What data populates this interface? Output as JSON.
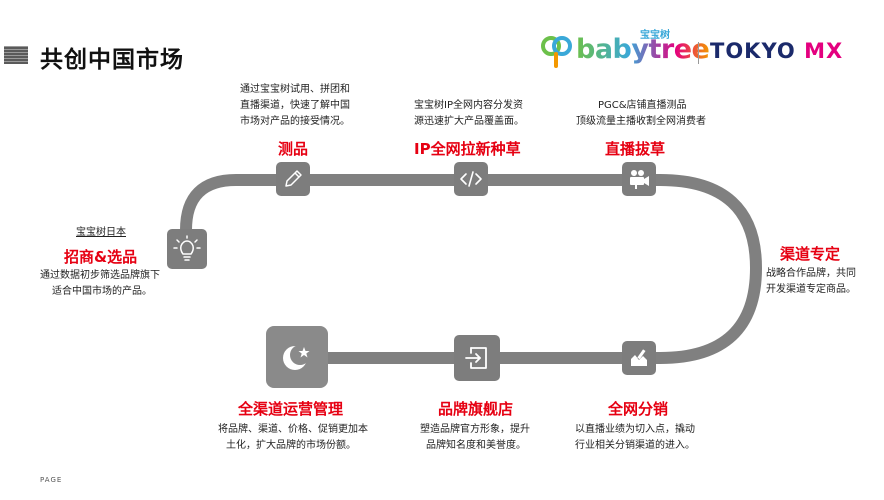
{
  "title": "共创中国市场",
  "logo": {
    "small": "宝宝树",
    "brand": "babytree",
    "partner_a": "TOKYO",
    "partner_b": "MX"
  },
  "steps": {
    "s1": {
      "label": "招商&选品",
      "top": "宝宝树日本",
      "desc1": "通过数据初步筛选品牌旗下",
      "desc2": "适合中国市场的产品。"
    },
    "s2": {
      "label": "测品",
      "desc1": "通过宝宝树试用、拼团和",
      "desc2": "直播渠道，快速了解中国",
      "desc3": "市场对产品的接受情况。"
    },
    "s3": {
      "label": "IP全网拉新种草",
      "desc1": "宝宝树IP全网内容分发资",
      "desc2": "源迅速扩大产品覆盖面。"
    },
    "s4": {
      "label": "直播拔草",
      "desc1": "PGC&店铺直播测品",
      "desc2": "顶级流量主播收割全网消费者"
    },
    "s5": {
      "label": "渠道专定",
      "desc1": "战略合作品牌，共同",
      "desc2": "开发渠道专定商品。"
    },
    "s6": {
      "label": "全网分销",
      "desc1": "以直播业绩为切入点，撬动",
      "desc2": "行业相关分销渠道的进入。"
    },
    "s7": {
      "label": "品牌旗舰店",
      "desc1": "塑造品牌官方形象，提升",
      "desc2": "品牌知名度和美誉度。"
    },
    "s8": {
      "label": "全渠道运营管理",
      "desc1": "将品牌、渠道、价格、促销更加本",
      "desc2": "土化，扩大品牌的市场份额。"
    }
  },
  "footer": "PAGE",
  "colors": {
    "accent": "#e60012",
    "track": "#808080",
    "node": "#7d7d7d"
  }
}
